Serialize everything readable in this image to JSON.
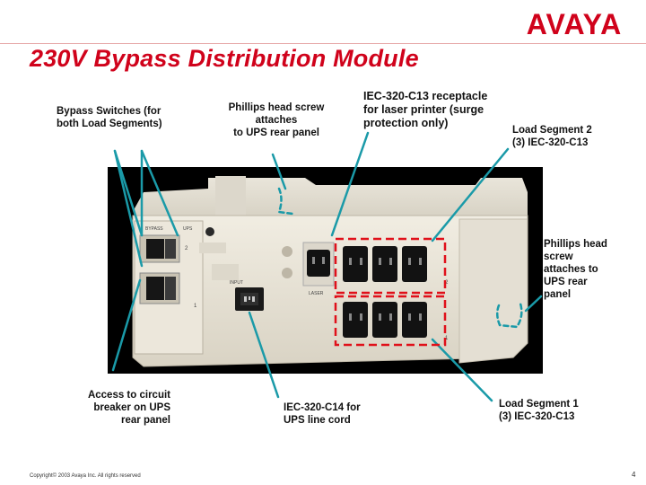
{
  "header": {
    "logo_text": "AVAYA",
    "title": "230V Bypass Distribution Module"
  },
  "callouts": {
    "bypass_switches": [
      "Bypass Switches (for",
      "both Load Segments)"
    ],
    "phillips_top": [
      "Phillips head screw",
      "attaches",
      "to UPS rear panel"
    ],
    "iec_c13_laser": [
      "IEC-320-C13 receptacle",
      "for laser printer (surge",
      "protection only)"
    ],
    "load_segment_2": [
      "Load Segment 2",
      "(3) IEC-320-C13"
    ],
    "phillips_right": [
      "Phillips head",
      "screw",
      "attaches to",
      "UPS rear",
      "panel"
    ],
    "circuit_breaker": [
      "Access to circuit",
      "breaker on UPS",
      "rear panel"
    ],
    "iec_c14": [
      "IEC-320-C14 for",
      "UPS line cord"
    ],
    "load_segment_1": [
      "Load Segment 1",
      "(3) IEC-320-C13"
    ]
  },
  "device_labels": {
    "bypass": "BYPASS",
    "ups": "UPS",
    "input": "INPUT",
    "laser": "LASER",
    "seg1": "1",
    "seg2": "2",
    "seg_right1": "1",
    "seg_right2": "2"
  },
  "footer": {
    "copyright": "Copyright© 2003 Avaya Inc. All rights reserved",
    "page": "4"
  },
  "colors": {
    "title": "#d0021b",
    "logo": "#d0021b",
    "segment_box": "#e0101a",
    "callout_line": "#1a9aa8"
  }
}
